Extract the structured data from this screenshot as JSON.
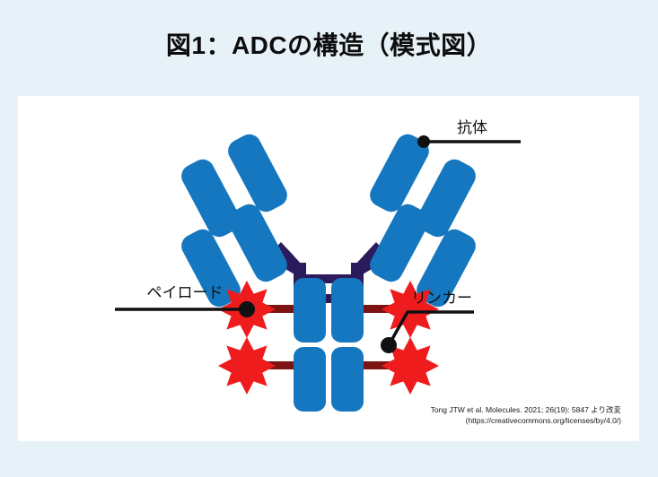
{
  "slide": {
    "title": "図1：ADCの構造（模式図）",
    "background_color": "#e7f1f8",
    "panel_color": "#ffffff"
  },
  "figure": {
    "labels": {
      "antibody": "抗体",
      "payload": "ペイロード",
      "linker": "リンカー"
    },
    "caption": {
      "credit": "Tong JTW et al. Molecules. 2021; 26(19): 5847 より改変",
      "license": "(https://creativecommons.org/licenses/by/4.0/)"
    },
    "colors": {
      "antibody_blue": "#1577bf",
      "hinge_navy": "#2b1b5c",
      "payload_red": "#ee1c1c",
      "linker_dark_red": "#7d1414",
      "leader_line": "#111111"
    },
    "components": [
      {
        "name": "antibody",
        "label": "抗体",
        "color": "#1577bf"
      },
      {
        "name": "payload",
        "label": "ペイロード",
        "color": "#ee1c1c"
      },
      {
        "name": "linker",
        "label": "リンカー",
        "color": "#7d1414"
      }
    ]
  }
}
